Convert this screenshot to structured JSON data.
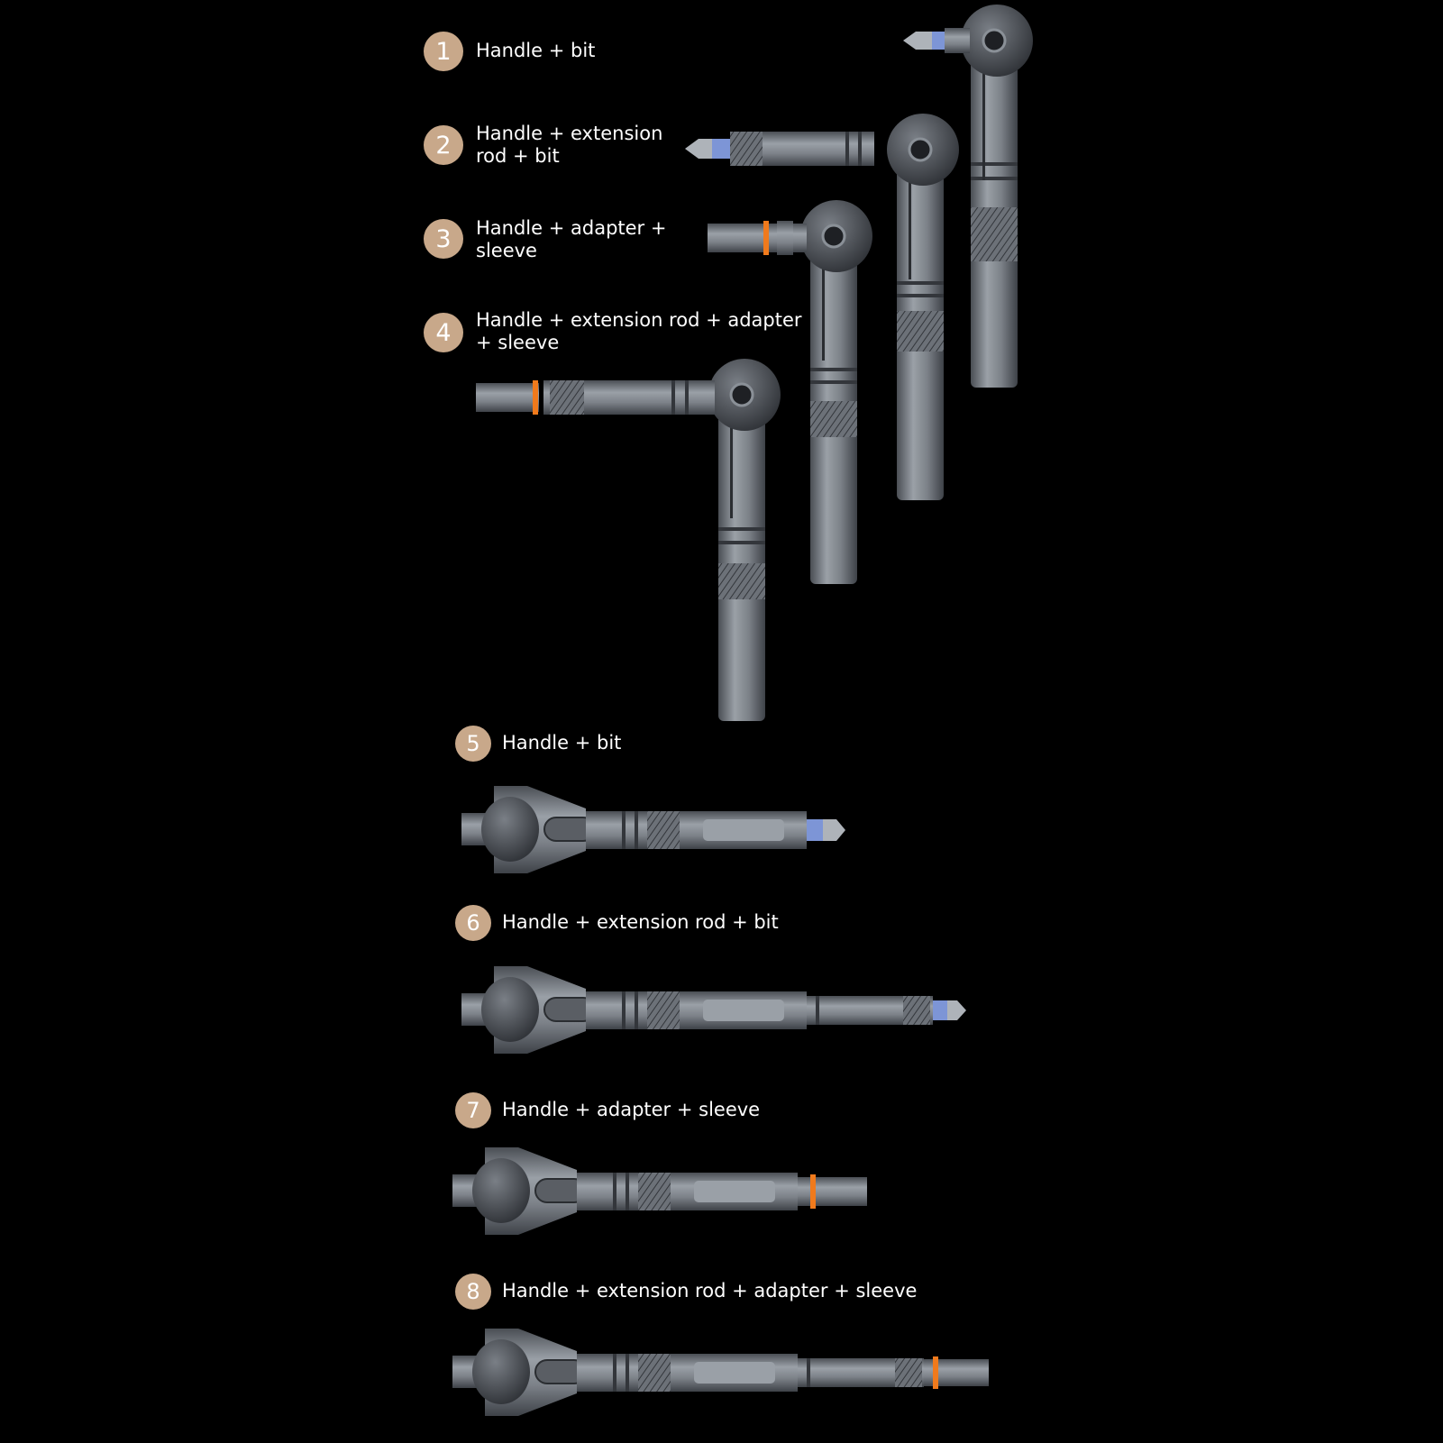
{
  "colors": {
    "background": "#000000",
    "badge": "#c8a88a",
    "text": "#ffffff",
    "metal": "#7c8188",
    "orange_ring": "#f07a1c",
    "blue_bit": "#7d95d6"
  },
  "configurations": [
    {
      "number": "1",
      "lines": [
        "Handle + bit"
      ]
    },
    {
      "number": "2",
      "lines": [
        "Handle + extension",
        "rod + bit"
      ]
    },
    {
      "number": "3",
      "lines": [
        "Handle + adapter +",
        "sleeve"
      ]
    },
    {
      "number": "4",
      "lines": [
        "Handle + extension rod + adapter",
        "+ sleeve"
      ]
    },
    {
      "number": "5",
      "lines": [
        "Handle + bit"
      ]
    },
    {
      "number": "6",
      "lines": [
        "Handle + extension rod + bit"
      ]
    },
    {
      "number": "7",
      "lines": [
        "Handle + adapter + sleeve"
      ]
    },
    {
      "number": "8",
      "lines": [
        "Handle + extension rod + adapter + sleeve"
      ]
    }
  ]
}
